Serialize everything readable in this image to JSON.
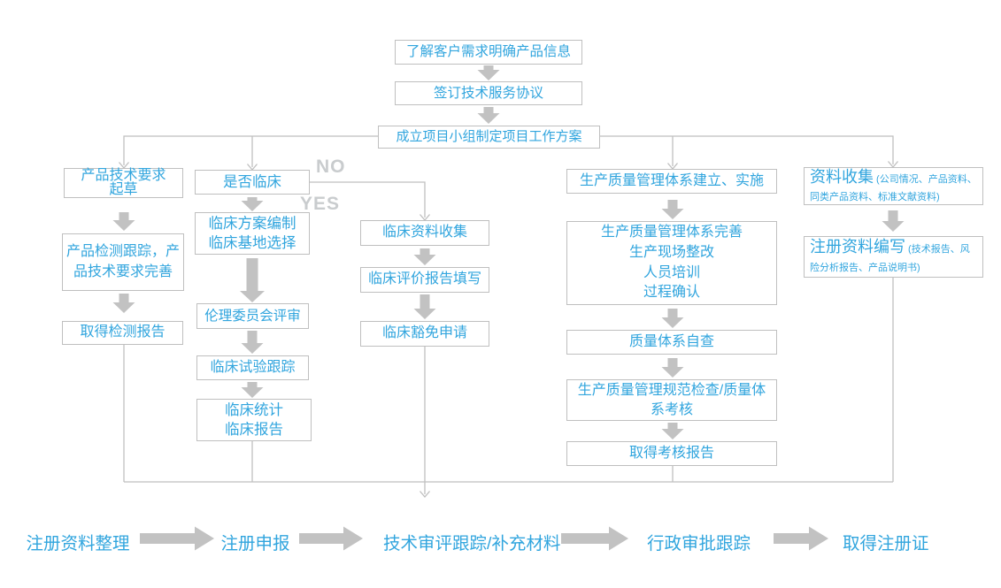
{
  "colors": {
    "text_blue": "#31A5DE",
    "line_gray": "#BFBFBF",
    "arrow_gray": "#C2C2C2",
    "label_gray": "#C9CCCE"
  },
  "nodes": {
    "understand-needs": {
      "text": "了解客户需求明确产品信息"
    },
    "sign-agreement": {
      "text": "签订技术服务协议"
    },
    "setup-team": {
      "text": "成立项目小组制定项目工作方案"
    },
    "draft-requirements": {
      "text": "产品技术要求\n起草"
    },
    "testing-tracking": {
      "text": "产品检测跟踪，产\n品技术要求完善"
    },
    "get-test-report": {
      "text": "取得检测报告"
    },
    "clinical-or-not": {
      "text": "是否临床"
    },
    "clinical-plan": {
      "text": "临床方案编制\n临床基地选择"
    },
    "ethics-review": {
      "text": "伦理委员会评审"
    },
    "clinical-trial-tracking": {
      "text": "临床试验跟踪"
    },
    "clinical-stats": {
      "text": "临床统计\n临床报告"
    },
    "clinical-data-collection": {
      "text": "临床资料收集"
    },
    "clinical-eval-report": {
      "text": "临床评价报告填写"
    },
    "clinical-exemption": {
      "text": "临床豁免申请"
    },
    "qms-establish": {
      "text": "生产质量管理体系建立、实施"
    },
    "qms-improve": {
      "text": "生产质量管理体系完善\n生产现场整改\n人员培训\n过程确认"
    },
    "qms-self-check": {
      "text": "质量体系自查"
    },
    "gmp-inspection": {
      "text": "生产质量管理规范检查/质量体\n系考核"
    },
    "get-assessment-report": {
      "text": "取得考核报告"
    },
    "data-collection": {
      "text": "资料收集",
      "sub": " (公司情况、产品资料、同类产品资料、标准文献资料)"
    },
    "registration-writing": {
      "text": "注册资料编写",
      "sub": " (技术报告、风险分析报告、产品说明书)"
    }
  },
  "branch_labels": {
    "no": "NO",
    "yes": "YES"
  },
  "bottom_flow": [
    {
      "label": "注册资料整理"
    },
    {
      "label": "注册申报"
    },
    {
      "label": "技术审评跟踪/补充材料"
    },
    {
      "label": "行政审批跟踪"
    },
    {
      "label": "取得注册证"
    }
  ]
}
